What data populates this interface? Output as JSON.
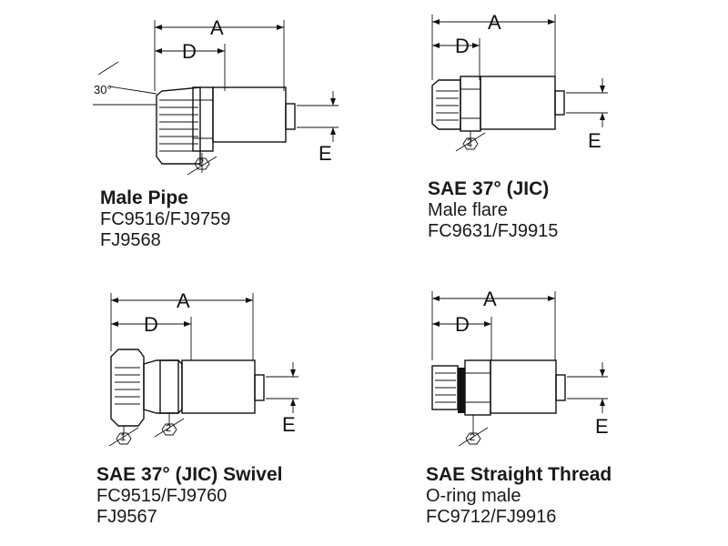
{
  "fittings": [
    {
      "id": "male-pipe",
      "title": "Male Pipe",
      "lines": [
        "FC9516/FJ9759",
        "FJ9568"
      ],
      "dims": {
        "a": "A",
        "d": "D",
        "e": "E"
      },
      "angle": "30°",
      "hex_markers": [
        "2"
      ]
    },
    {
      "id": "sae-37-jic",
      "title": "SAE 37° (JIC)",
      "lines": [
        "Male flare",
        "FC9631/FJ9915"
      ],
      "dims": {
        "a": "A",
        "d": "D",
        "e": "E"
      },
      "hex_markers": [
        "2"
      ]
    },
    {
      "id": "sae-37-jic-swivel",
      "title": "SAE 37° (JIC) Swivel",
      "lines": [
        "FC9515/FJ9760",
        "FJ9567"
      ],
      "dims": {
        "a": "A",
        "d": "D",
        "e": "E"
      },
      "hex_markers": [
        "1",
        "2"
      ]
    },
    {
      "id": "sae-straight-thread",
      "title": "SAE Straight Thread",
      "lines": [
        "O-ring male",
        "FC9712/FJ9916"
      ],
      "dims": {
        "a": "A",
        "d": "D",
        "e": "E"
      },
      "hex_markers": [
        "2"
      ]
    }
  ]
}
